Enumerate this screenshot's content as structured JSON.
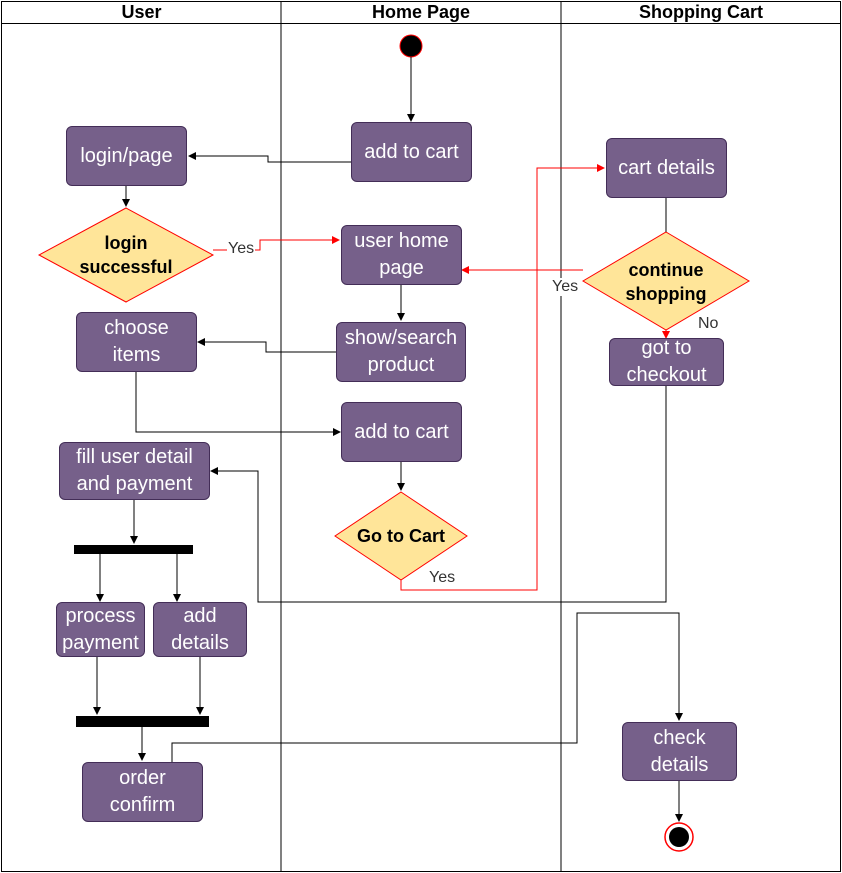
{
  "lanes": [
    {
      "title": "User"
    },
    {
      "title": "Home Page"
    },
    {
      "title": "Shopping Cart"
    }
  ],
  "activities": {
    "add_to_cart_top": "add to cart",
    "login_page": "login/page",
    "user_home_page": "user home\npage",
    "show_search_product": "show/search\nproduct",
    "choose_items": "choose\nitems",
    "add_to_cart_mid": "add to cart",
    "fill_user_detail": "fill user detail\nand payment",
    "process_payment": "process\npayment",
    "add_details": "add\ndetails",
    "order_confirm": "order\nconfirm",
    "cart_details": "cart details",
    "got_to_checkout": "got to\ncheckout",
    "check_details": "check\ndetails"
  },
  "decisions": {
    "login_successful": "login\nsuccessful",
    "go_to_cart": "Go to Cart",
    "continue_shopping": "continue\nshopping"
  },
  "edge_labels": {
    "login_yes": "Yes",
    "cart_yes": "Yes",
    "continue_yes": "Yes",
    "continue_no": "No"
  },
  "colors": {
    "activity_fill": "#76608a",
    "activity_border": "#432d57",
    "decision_fill": "#ffe599",
    "decision_border": "#ff0000",
    "highlight_edge": "#ff0000",
    "edge": "#000000"
  }
}
